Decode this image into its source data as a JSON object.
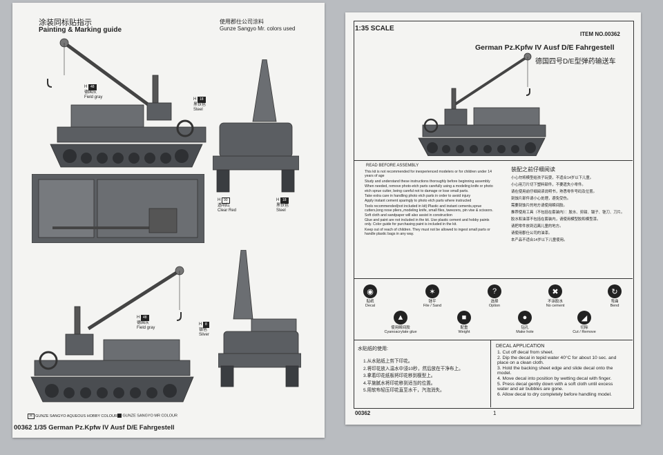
{
  "left_sheet": {
    "title_cn": "涂装同标贴指示",
    "title_en": "Painting & Marking guide",
    "colors_cn": "使用郡仕公司涂料",
    "colors_en": "Gunze Sangyo Mr. colors used",
    "swatches": {
      "field_gray_top": {
        "code": "H",
        "num": "48",
        "cn": "德国灰",
        "en": "Field gray"
      },
      "steel_top": {
        "code": "H",
        "num": "18",
        "cn": "黑铁色",
        "en": "Steel"
      },
      "clear_red": {
        "code": "H",
        "num": "90",
        "cn": "透明红",
        "en": "Clear Red"
      },
      "steel_mid": {
        "code": "H",
        "num": "18",
        "cn": "黑铁色",
        "en": "Steel"
      },
      "field_gray_bottom": {
        "code": "H",
        "num": "48",
        "cn": "德国灰",
        "en": "Field gray"
      },
      "silver": {
        "code": "H",
        "num": "8",
        "cn": "银色",
        "en": "Silver"
      }
    },
    "footer_legend_1": "GUNZE SANGYO AQUEOUS HOBBY COLOUR",
    "footer_legend_2": "GUNZE SANGYO MR COLOUR",
    "footer_title": "00362 1/35 German Pz.Kpfw IV Ausf D/E Fahrgestell"
  },
  "right_sheet": {
    "scale": "1:35 SCALE",
    "item_no": "ITEM NO.00362",
    "title_en": "German  Pz.Kpfw IV Ausf D/E Fahrgestell",
    "title_cn": "德国四号D/E型弹药输送车",
    "read_before_en": "READ BEFORE ASSEMBLY",
    "read_before_cn": "装配之前仔细阅读",
    "rules_en": [
      "This kit is not recommended for inexperienced modelers or for children under 14 years of age",
      "Study and understand these instructions thoroughly before beginning assembly",
      "When needed, remove photo-etch parts carefully using a modeling knife or photo etch sprue cutter, being careful not to damage or lose small parts.",
      "Take extra care in handling photo etch parts in order to avoid injury",
      "Apply instant cement sparingly to photo etch parts where instructed",
      "Tools recommended(not included in kit):Plastic and instant cements,sprue cutters,long nose pliers,,modeling knife, small files, tweezers, pin vise & scissors. Soft cloth and sandpaper will also assist in construction",
      "Glue and paint are not included in the kit. Use plastic cement and hobby paints only. Color guide for purchasing paint is included in the kit.",
      "Keep out of reach of children. They must not be allowed to ingest small parts or handle plastic bags in any way."
    ],
    "rules_cn": [
      "小心勿将模型给孩子玩耍，不适合14岁以下儿童。",
      "小心用刀片切下塑料部件，不要遗失小零件。",
      "请在使用前仔细阅读说明书，熟悉零件号码及位置。",
      "刻蚀片部件请小心处理，避免受伤。",
      "需要刻蚀片的地方请使用瞬间胶。",
      "推荐使用工具（不包括在套装内）：胶水、剪钳、镊子、锉刀、刀片。",
      "胶水和油漆不包括在套装内，请使用模型胶和模型漆。",
      "请把零件放到远离儿童的地方。",
      "请使用郡仕公司的油漆。",
      "本产品不适合14岁以下儿童使用。"
    ],
    "icons": [
      {
        "cn": "贴纸",
        "en": "Decal",
        "glyph": "◉"
      },
      {
        "cn": "锉平",
        "en": "File / Sand",
        "glyph": "✶"
      },
      {
        "cn": "选择",
        "en": "Option",
        "glyph": "?"
      },
      {
        "cn": "不涂胶水",
        "en": "No cement",
        "glyph": "✖"
      },
      {
        "cn": "弯曲",
        "en": "Bend",
        "glyph": "↻"
      },
      {
        "cn": "使用瞬间胶",
        "en": "Cyanoacrylate glue",
        "glyph": "▲"
      },
      {
        "cn": "配重",
        "en": "Weight",
        "glyph": "■"
      },
      {
        "cn": "钻孔",
        "en": "Make hole",
        "glyph": "●"
      },
      {
        "cn": "切除",
        "en": "Cut / Remove",
        "glyph": "◢"
      }
    ],
    "decal_cn_heading": "水贴纸的使用:",
    "decal_cn_steps": [
      "1.从水贴纸上剪下印花。",
      "2.将印花放入温水中浸10秒，然后放在干净布上。",
      "3.拿着印花纸板将印花移到模型上。",
      "4.平施腻水将印花移到适当的位置。",
      "5.用软布轻压印花直至水干，汽泡消失。"
    ],
    "decal_en_heading": "DECAL APPLICATION",
    "decal_en_steps": [
      "1. Cut off decal from sheet.",
      "2. Dip the decal in tepid water 40°C for about 10 sec. and",
      "    place on a clean cloth.",
      "3. Hold the backing sheet edge and slide decal onto the",
      "    model.",
      "4. Move decal into position by wetting decal with finger.",
      "5. Press decal gently down with a soft cloth until excess",
      "    water and air bubbles are gone.",
      "6. Allow decal to dry completely before handling model."
    ],
    "footer_item": "00362",
    "page_number": "1"
  },
  "colors": {
    "paper": "#f4f4f2",
    "ink": "#222222",
    "background": "#b9bcc0",
    "tank_gray": "#5b5e62"
  }
}
